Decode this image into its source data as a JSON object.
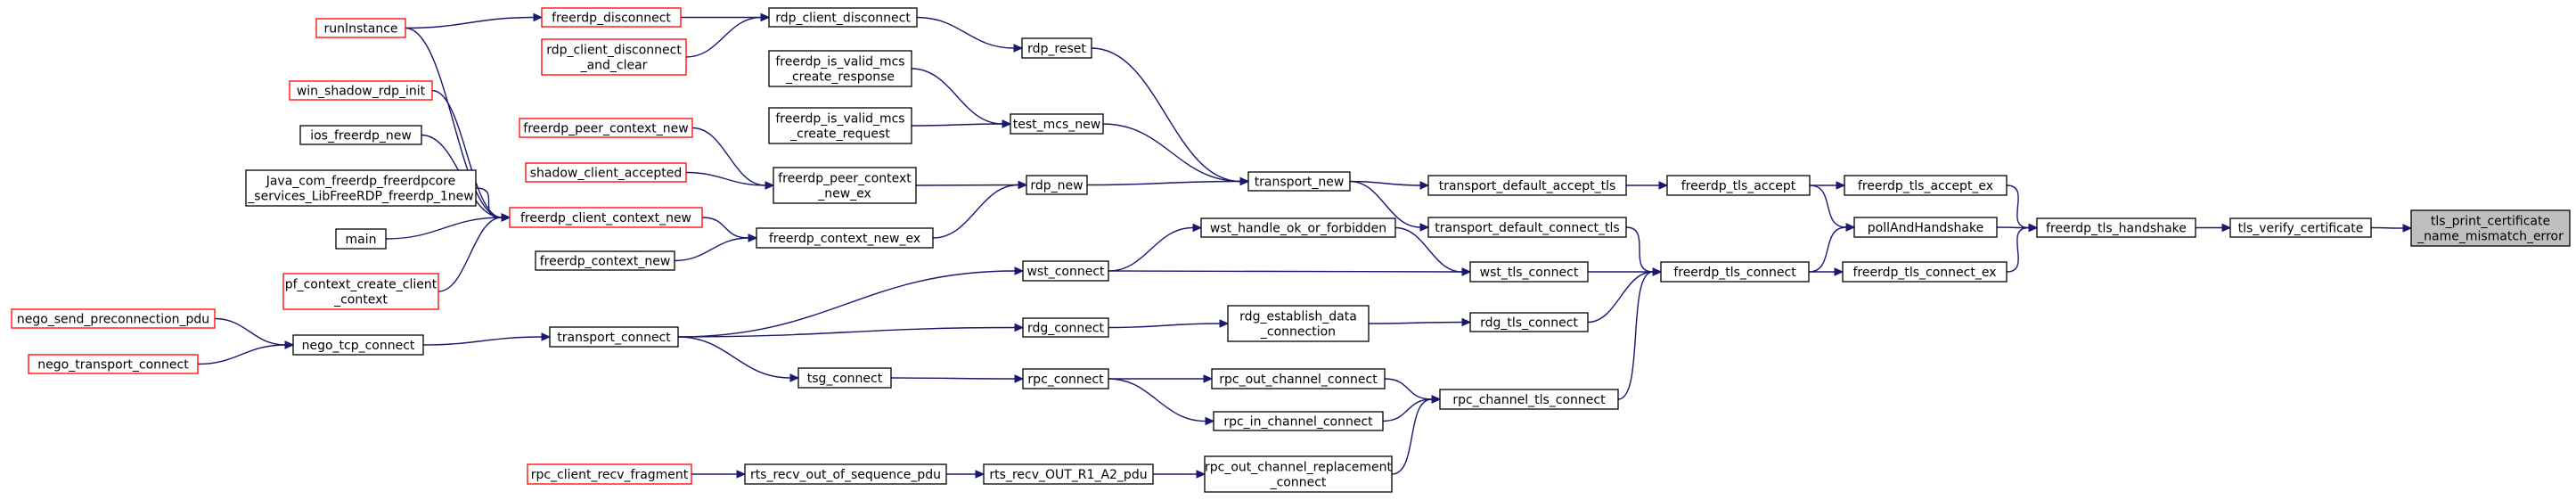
{
  "graph": {
    "nodes": [
      {
        "id": "runInstance",
        "lines": [
          "runInstance"
        ],
        "truncated": true
      },
      {
        "id": "freerdp_disconnect",
        "lines": [
          "freerdp_disconnect"
        ],
        "truncated": true
      },
      {
        "id": "rdp_client_disconnect",
        "lines": [
          "rdp_client_disconnect"
        ],
        "truncated": false
      },
      {
        "id": "rdp_client_disconnect_and_clear",
        "lines": [
          "rdp_client_disconnect",
          "_and_clear"
        ],
        "truncated": true
      },
      {
        "id": "rdp_reset",
        "lines": [
          "rdp_reset"
        ],
        "truncated": false
      },
      {
        "id": "freerdp_is_valid_mcs_create_response",
        "lines": [
          "freerdp_is_valid_mcs",
          "_create_response"
        ],
        "truncated": false
      },
      {
        "id": "freerdp_is_valid_mcs_create_request",
        "lines": [
          "freerdp_is_valid_mcs",
          "_create_request"
        ],
        "truncated": false
      },
      {
        "id": "test_mcs_new",
        "lines": [
          "test_mcs_new"
        ],
        "truncated": false
      },
      {
        "id": "win_shadow_rdp_init",
        "lines": [
          "win_shadow_rdp_init"
        ],
        "truncated": true
      },
      {
        "id": "ios_freerdp_new",
        "lines": [
          "ios_freerdp_new"
        ],
        "truncated": false
      },
      {
        "id": "Java_com_freerdp",
        "lines": [
          "Java_com_freerdp_freerdpcore",
          "_services_LibFreeRDP_freerdp_1new"
        ],
        "truncated": false
      },
      {
        "id": "main",
        "lines": [
          "main"
        ],
        "truncated": false
      },
      {
        "id": "pf_context_create_client_context",
        "lines": [
          "pf_context_create_client",
          "_context"
        ],
        "truncated": true
      },
      {
        "id": "freerdp_client_context_new",
        "lines": [
          "freerdp_client_context_new"
        ],
        "truncated": true
      },
      {
        "id": "freerdp_peer_context_new",
        "lines": [
          "freerdp_peer_context_new"
        ],
        "truncated": true
      },
      {
        "id": "shadow_client_accepted",
        "lines": [
          "shadow_client_accepted"
        ],
        "truncated": true
      },
      {
        "id": "freerdp_peer_context_new_ex",
        "lines": [
          "freerdp_peer_context",
          "_new_ex"
        ],
        "truncated": false
      },
      {
        "id": "freerdp_context_new",
        "lines": [
          "freerdp_context_new"
        ],
        "truncated": false
      },
      {
        "id": "freerdp_context_new_ex",
        "lines": [
          "freerdp_context_new_ex"
        ],
        "truncated": false
      },
      {
        "id": "rdp_new",
        "lines": [
          "rdp_new"
        ],
        "truncated": false
      },
      {
        "id": "transport_new",
        "lines": [
          "transport_new"
        ],
        "truncated": false
      },
      {
        "id": "transport_default_accept_tls",
        "lines": [
          "transport_default_accept_tls"
        ],
        "truncated": false
      },
      {
        "id": "transport_default_connect_tls",
        "lines": [
          "transport_default_connect_tls"
        ],
        "truncated": false
      },
      {
        "id": "freerdp_tls_accept",
        "lines": [
          "freerdp_tls_accept"
        ],
        "truncated": false
      },
      {
        "id": "freerdp_tls_accept_ex",
        "lines": [
          "freerdp_tls_accept_ex"
        ],
        "truncated": false
      },
      {
        "id": "pollAndHandshake",
        "lines": [
          "pollAndHandshake"
        ],
        "truncated": false
      },
      {
        "id": "freerdp_tls_connect_ex",
        "lines": [
          "freerdp_tls_connect_ex"
        ],
        "truncated": false
      },
      {
        "id": "freerdp_tls_handshake",
        "lines": [
          "freerdp_tls_handshake"
        ],
        "truncated": false
      },
      {
        "id": "tls_verify_certificate",
        "lines": [
          "tls_verify_certificate"
        ],
        "truncated": false
      },
      {
        "id": "tls_print_certificate_name_mismatch_error",
        "lines": [
          "tls_print_certificate",
          "_name_mismatch_error"
        ],
        "truncated": false,
        "root": true
      },
      {
        "id": "freerdp_tls_connect",
        "lines": [
          "freerdp_tls_connect"
        ],
        "truncated": false
      },
      {
        "id": "wst_handle_ok_or_forbidden",
        "lines": [
          "wst_handle_ok_or_forbidden"
        ],
        "truncated": false
      },
      {
        "id": "wst_connect",
        "lines": [
          "wst_connect"
        ],
        "truncated": false
      },
      {
        "id": "wst_tls_connect",
        "lines": [
          "wst_tls_connect"
        ],
        "truncated": false
      },
      {
        "id": "nego_send_preconnection_pdu",
        "lines": [
          "nego_send_preconnection_pdu"
        ],
        "truncated": true
      },
      {
        "id": "nego_transport_connect",
        "lines": [
          "nego_transport_connect"
        ],
        "truncated": true
      },
      {
        "id": "nego_tcp_connect",
        "lines": [
          "nego_tcp_connect"
        ],
        "truncated": false
      },
      {
        "id": "transport_connect",
        "lines": [
          "transport_connect"
        ],
        "truncated": false
      },
      {
        "id": "rdg_connect",
        "lines": [
          "rdg_connect"
        ],
        "truncated": false
      },
      {
        "id": "rdg_establish_data_connection",
        "lines": [
          "rdg_establish_data",
          "_connection"
        ],
        "truncated": false
      },
      {
        "id": "rdg_tls_connect",
        "lines": [
          "rdg_tls_connect"
        ],
        "truncated": false
      },
      {
        "id": "tsg_connect",
        "lines": [
          "tsg_connect"
        ],
        "truncated": false
      },
      {
        "id": "rpc_connect",
        "lines": [
          "rpc_connect"
        ],
        "truncated": false
      },
      {
        "id": "rpc_out_channel_connect",
        "lines": [
          "rpc_out_channel_connect"
        ],
        "truncated": false
      },
      {
        "id": "rpc_in_channel_connect",
        "lines": [
          "rpc_in_channel_connect"
        ],
        "truncated": false
      },
      {
        "id": "rpc_channel_tls_connect",
        "lines": [
          "rpc_channel_tls_connect"
        ],
        "truncated": false
      },
      {
        "id": "rpc_client_recv_fragment",
        "lines": [
          "rpc_client_recv_fragment"
        ],
        "truncated": true
      },
      {
        "id": "rts_recv_out_of_sequence_pdu",
        "lines": [
          "rts_recv_out_of_sequence_pdu"
        ],
        "truncated": false
      },
      {
        "id": "rts_recv_OUT_R1_A2_pdu",
        "lines": [
          "rts_recv_OUT_R1_A2_pdu"
        ],
        "truncated": false
      },
      {
        "id": "rpc_out_channel_replacement_connect",
        "lines": [
          "rpc_out_channel_replacement",
          "_connect"
        ],
        "truncated": false
      }
    ],
    "edges": [
      [
        "runInstance",
        "freerdp_disconnect"
      ],
      [
        "runInstance",
        "freerdp_client_context_new"
      ],
      [
        "freerdp_disconnect",
        "rdp_client_disconnect"
      ],
      [
        "rdp_client_disconnect_and_clear",
        "rdp_client_disconnect"
      ],
      [
        "rdp_client_disconnect",
        "rdp_reset"
      ],
      [
        "rdp_reset",
        "transport_new"
      ],
      [
        "freerdp_is_valid_mcs_create_response",
        "test_mcs_new"
      ],
      [
        "freerdp_is_valid_mcs_create_request",
        "test_mcs_new"
      ],
      [
        "test_mcs_new",
        "transport_new"
      ],
      [
        "win_shadow_rdp_init",
        "freerdp_client_context_new"
      ],
      [
        "ios_freerdp_new",
        "freerdp_client_context_new"
      ],
      [
        "Java_com_freerdp",
        "freerdp_client_context_new"
      ],
      [
        "main",
        "freerdp_client_context_new"
      ],
      [
        "pf_context_create_client_context",
        "freerdp_client_context_new"
      ],
      [
        "freerdp_client_context_new",
        "freerdp_context_new_ex"
      ],
      [
        "freerdp_peer_context_new",
        "freerdp_peer_context_new_ex"
      ],
      [
        "shadow_client_accepted",
        "freerdp_peer_context_new_ex"
      ],
      [
        "freerdp_peer_context_new_ex",
        "rdp_new"
      ],
      [
        "freerdp_context_new",
        "freerdp_context_new_ex"
      ],
      [
        "freerdp_context_new_ex",
        "rdp_new"
      ],
      [
        "rdp_new",
        "transport_new"
      ],
      [
        "transport_new",
        "transport_default_accept_tls"
      ],
      [
        "transport_new",
        "transport_default_connect_tls"
      ],
      [
        "transport_default_accept_tls",
        "freerdp_tls_accept"
      ],
      [
        "freerdp_tls_accept",
        "freerdp_tls_accept_ex"
      ],
      [
        "freerdp_tls_accept",
        "pollAndHandshake"
      ],
      [
        "freerdp_tls_accept_ex",
        "freerdp_tls_handshake"
      ],
      [
        "pollAndHandshake",
        "freerdp_tls_handshake"
      ],
      [
        "freerdp_tls_connect_ex",
        "freerdp_tls_handshake"
      ],
      [
        "freerdp_tls_handshake",
        "tls_verify_certificate"
      ],
      [
        "tls_verify_certificate",
        "tls_print_certificate_name_mismatch_error"
      ],
      [
        "transport_default_connect_tls",
        "freerdp_tls_connect"
      ],
      [
        "wst_tls_connect",
        "freerdp_tls_connect"
      ],
      [
        "rdg_tls_connect",
        "freerdp_tls_connect"
      ],
      [
        "rpc_channel_tls_connect",
        "freerdp_tls_connect"
      ],
      [
        "freerdp_tls_connect",
        "pollAndHandshake"
      ],
      [
        "freerdp_tls_connect",
        "freerdp_tls_connect_ex"
      ],
      [
        "wst_connect",
        "wst_handle_ok_or_forbidden"
      ],
      [
        "wst_handle_ok_or_forbidden",
        "wst_tls_connect"
      ],
      [
        "wst_connect",
        "wst_tls_connect"
      ],
      [
        "transport_connect",
        "wst_connect"
      ],
      [
        "nego_send_preconnection_pdu",
        "nego_tcp_connect"
      ],
      [
        "nego_transport_connect",
        "nego_tcp_connect"
      ],
      [
        "nego_tcp_connect",
        "transport_connect"
      ],
      [
        "transport_connect",
        "rdg_connect"
      ],
      [
        "transport_connect",
        "tsg_connect"
      ],
      [
        "rdg_connect",
        "rdg_establish_data_connection"
      ],
      [
        "rdg_establish_data_connection",
        "rdg_tls_connect"
      ],
      [
        "tsg_connect",
        "rpc_connect"
      ],
      [
        "rpc_connect",
        "rpc_out_channel_connect"
      ],
      [
        "rpc_connect",
        "rpc_in_channel_connect"
      ],
      [
        "rpc_out_channel_connect",
        "rpc_channel_tls_connect"
      ],
      [
        "rpc_in_channel_connect",
        "rpc_channel_tls_connect"
      ],
      [
        "rpc_out_channel_replacement_connect",
        "rpc_channel_tls_connect"
      ],
      [
        "rpc_client_recv_fragment",
        "rts_recv_out_of_sequence_pdu"
      ],
      [
        "rts_recv_out_of_sequence_pdu",
        "rts_recv_OUT_R1_A2_pdu"
      ],
      [
        "rts_recv_OUT_R1_A2_pdu",
        "rpc_out_channel_replacement_connect"
      ]
    ]
  }
}
